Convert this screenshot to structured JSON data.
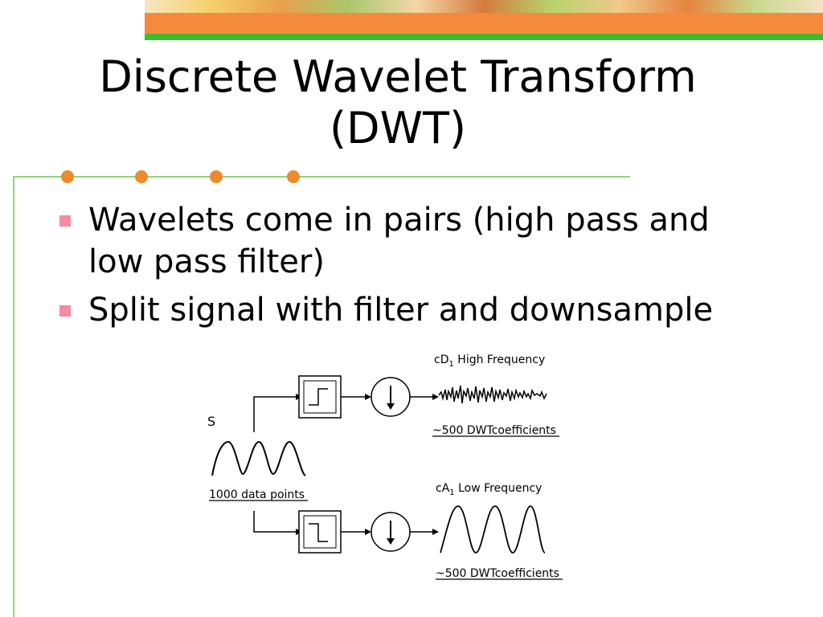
{
  "slide": {
    "title_line1": "Discrete Wavelet Transform",
    "title_line2": "(DWT)",
    "bullets": [
      "Wavelets come in pairs (high pass and low pass filter)",
      "Split signal with filter and downsample"
    ]
  },
  "diagram": {
    "signal_label": "S",
    "input_caption": "1000 data points",
    "high_branch_title_prefix": "cD",
    "high_branch_title_sub": "1",
    "high_branch_title_suffix": " High Frequency",
    "high_branch_caption": "~500 DWTcoefficients",
    "low_branch_title_prefix": "cA",
    "low_branch_title_sub": "1",
    "low_branch_title_suffix": " Low Frequency",
    "low_branch_caption": "~500 DWTcoefficients"
  },
  "colors": {
    "accent_orange": "#f58a3c",
    "accent_green": "#3dbb2f",
    "bullet_pink": "#f58aa0",
    "dot_orange": "#ed8a2b"
  }
}
